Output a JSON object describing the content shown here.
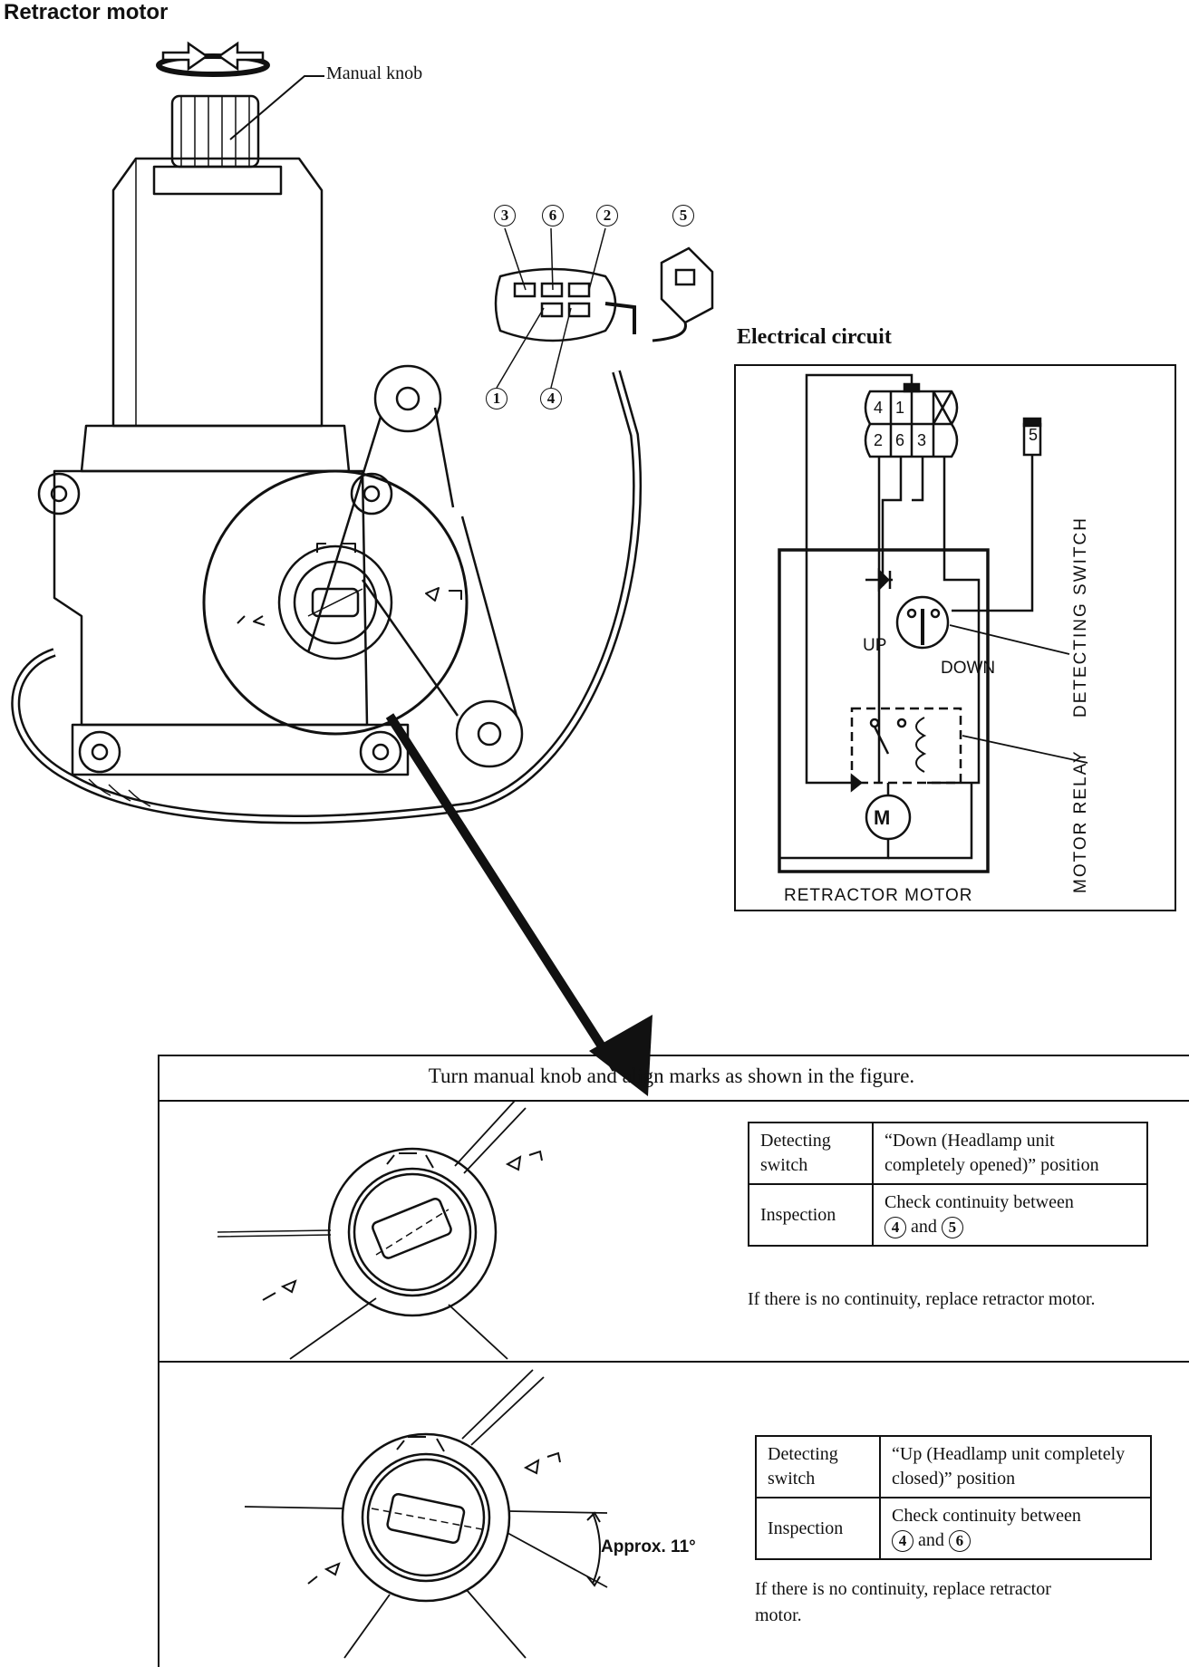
{
  "title": "Retractor motor",
  "callouts": {
    "manual_knob": "Manual knob"
  },
  "connector_pins": [
    "1",
    "2",
    "3",
    "4",
    "5",
    "6"
  ],
  "electrical_circuit": {
    "title": "Electrical circuit",
    "labels": {
      "up": "UP",
      "down": "DOWN",
      "detecting_switch": "DETECTING SWITCH",
      "motor_relay": "MOTOR RELAY",
      "retractor_motor": "RETRACTOR MOTOR",
      "motor_symbol": "M"
    }
  },
  "procedure": {
    "heading": "Turn manual knob and align marks as shown in the figure.",
    "down_case": {
      "detecting_switch_label": "Detecting switch",
      "detecting_switch_value": "“Down (Headlamp unit completely opened)” position",
      "inspection_label": "Inspection",
      "inspection_text": "Check continuity between",
      "pin_a": "4",
      "and": "and",
      "pin_b": "5",
      "note": "If there is no continuity, replace retractor motor."
    },
    "up_case": {
      "detecting_switch_label": "Detecting switch",
      "detecting_switch_value": "“Up (Headlamp unit completely closed)” position",
      "inspection_label": "Inspection",
      "inspection_text": "Check continuity between",
      "pin_a": "4",
      "and": "and",
      "pin_b": "6",
      "note": "If there is no continuity, replace retractor motor.",
      "angle_label": "Approx. 11°"
    }
  }
}
